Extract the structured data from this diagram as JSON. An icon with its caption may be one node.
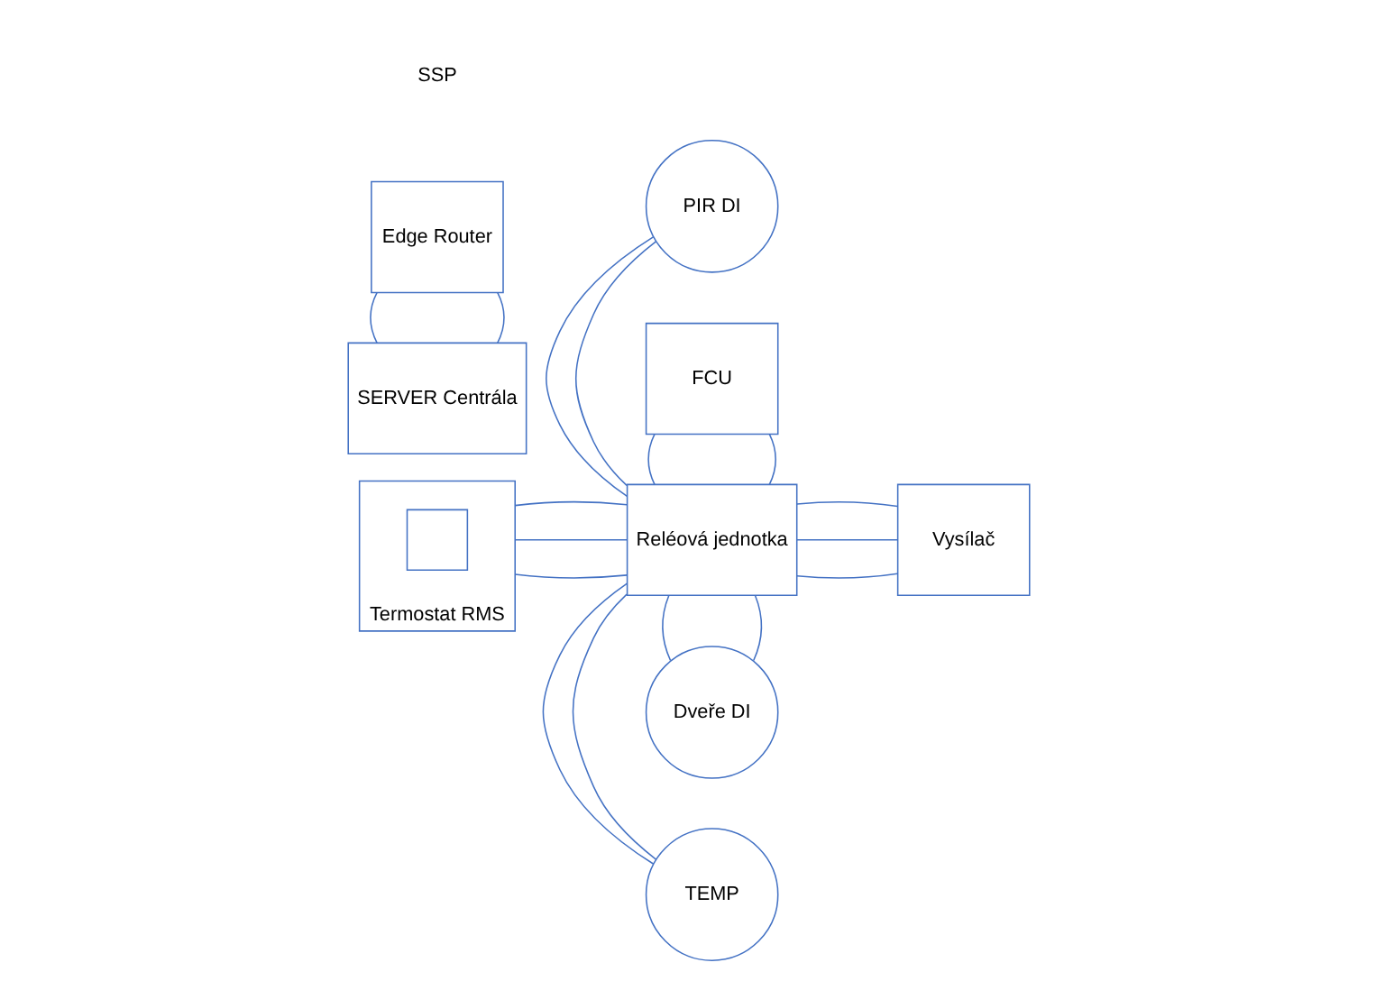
{
  "diagram": {
    "nodes": [
      {
        "text": [
          "PIR DI"
        ]
      },
      {
        "text": [
          "FCU"
        ]
      },
      {
        "text": [
          "Termostat RMS"
        ]
      },
      {
        "text": [],
        "shape": "box",
        "in": 2
      },
      {
        "text": [
          "Reléová jednotka"
        ]
      },
      {
        "text": [
          "Vysílač"
        ]
      },
      {
        "text": [
          "TEMP"
        ]
      },
      {
        "text": [
          "Dveře DI"
        ]
      },
      {
        "text": [
          "Edge Router"
        ]
      },
      {
        "text": [
          "SERVER Centrála"
        ]
      }
    ],
    "edges": [
      {
        "from": 0,
        "to": 4,
        "arrow": "none"
      },
      {
        "from": 0,
        "to": 4,
        "arrow": "none"
      },
      {
        "from": 1,
        "to": 4,
        "arrow": "none"
      },
      {
        "from": 1,
        "to": 4,
        "arrow": "none"
      },
      {
        "from": 2,
        "to": 4,
        "arrow": "none"
      },
      {
        "from": 2,
        "to": 4,
        "arrow": "none"
      },
      {
        "from": 2,
        "to": 4,
        "arrow": "none"
      },
      {
        "from": 4,
        "to": 5,
        "arrow": "none"
      },
      {
        "from": 4,
        "to": 5,
        "arrow": "none"
      },
      {
        "from": 4,
        "to": 5,
        "arrow": "none"
      },
      {
        "from": 4,
        "to": 6,
        "arrow": "none"
      },
      {
        "from": 4,
        "to": 6,
        "arrow": "none"
      },
      {
        "from": 4,
        "to": 7,
        "arrow": "none"
      },
      {
        "from": 4,
        "to": 7,
        "arrow": "none"
      },
      {
        "from": 8,
        "to": 9,
        "arrow": "none"
      },
      {
        "from": 8,
        "to": 9,
        "arrow": "none"
      }
    ],
    "labels": [
      "SSP"
    ]
  }
}
